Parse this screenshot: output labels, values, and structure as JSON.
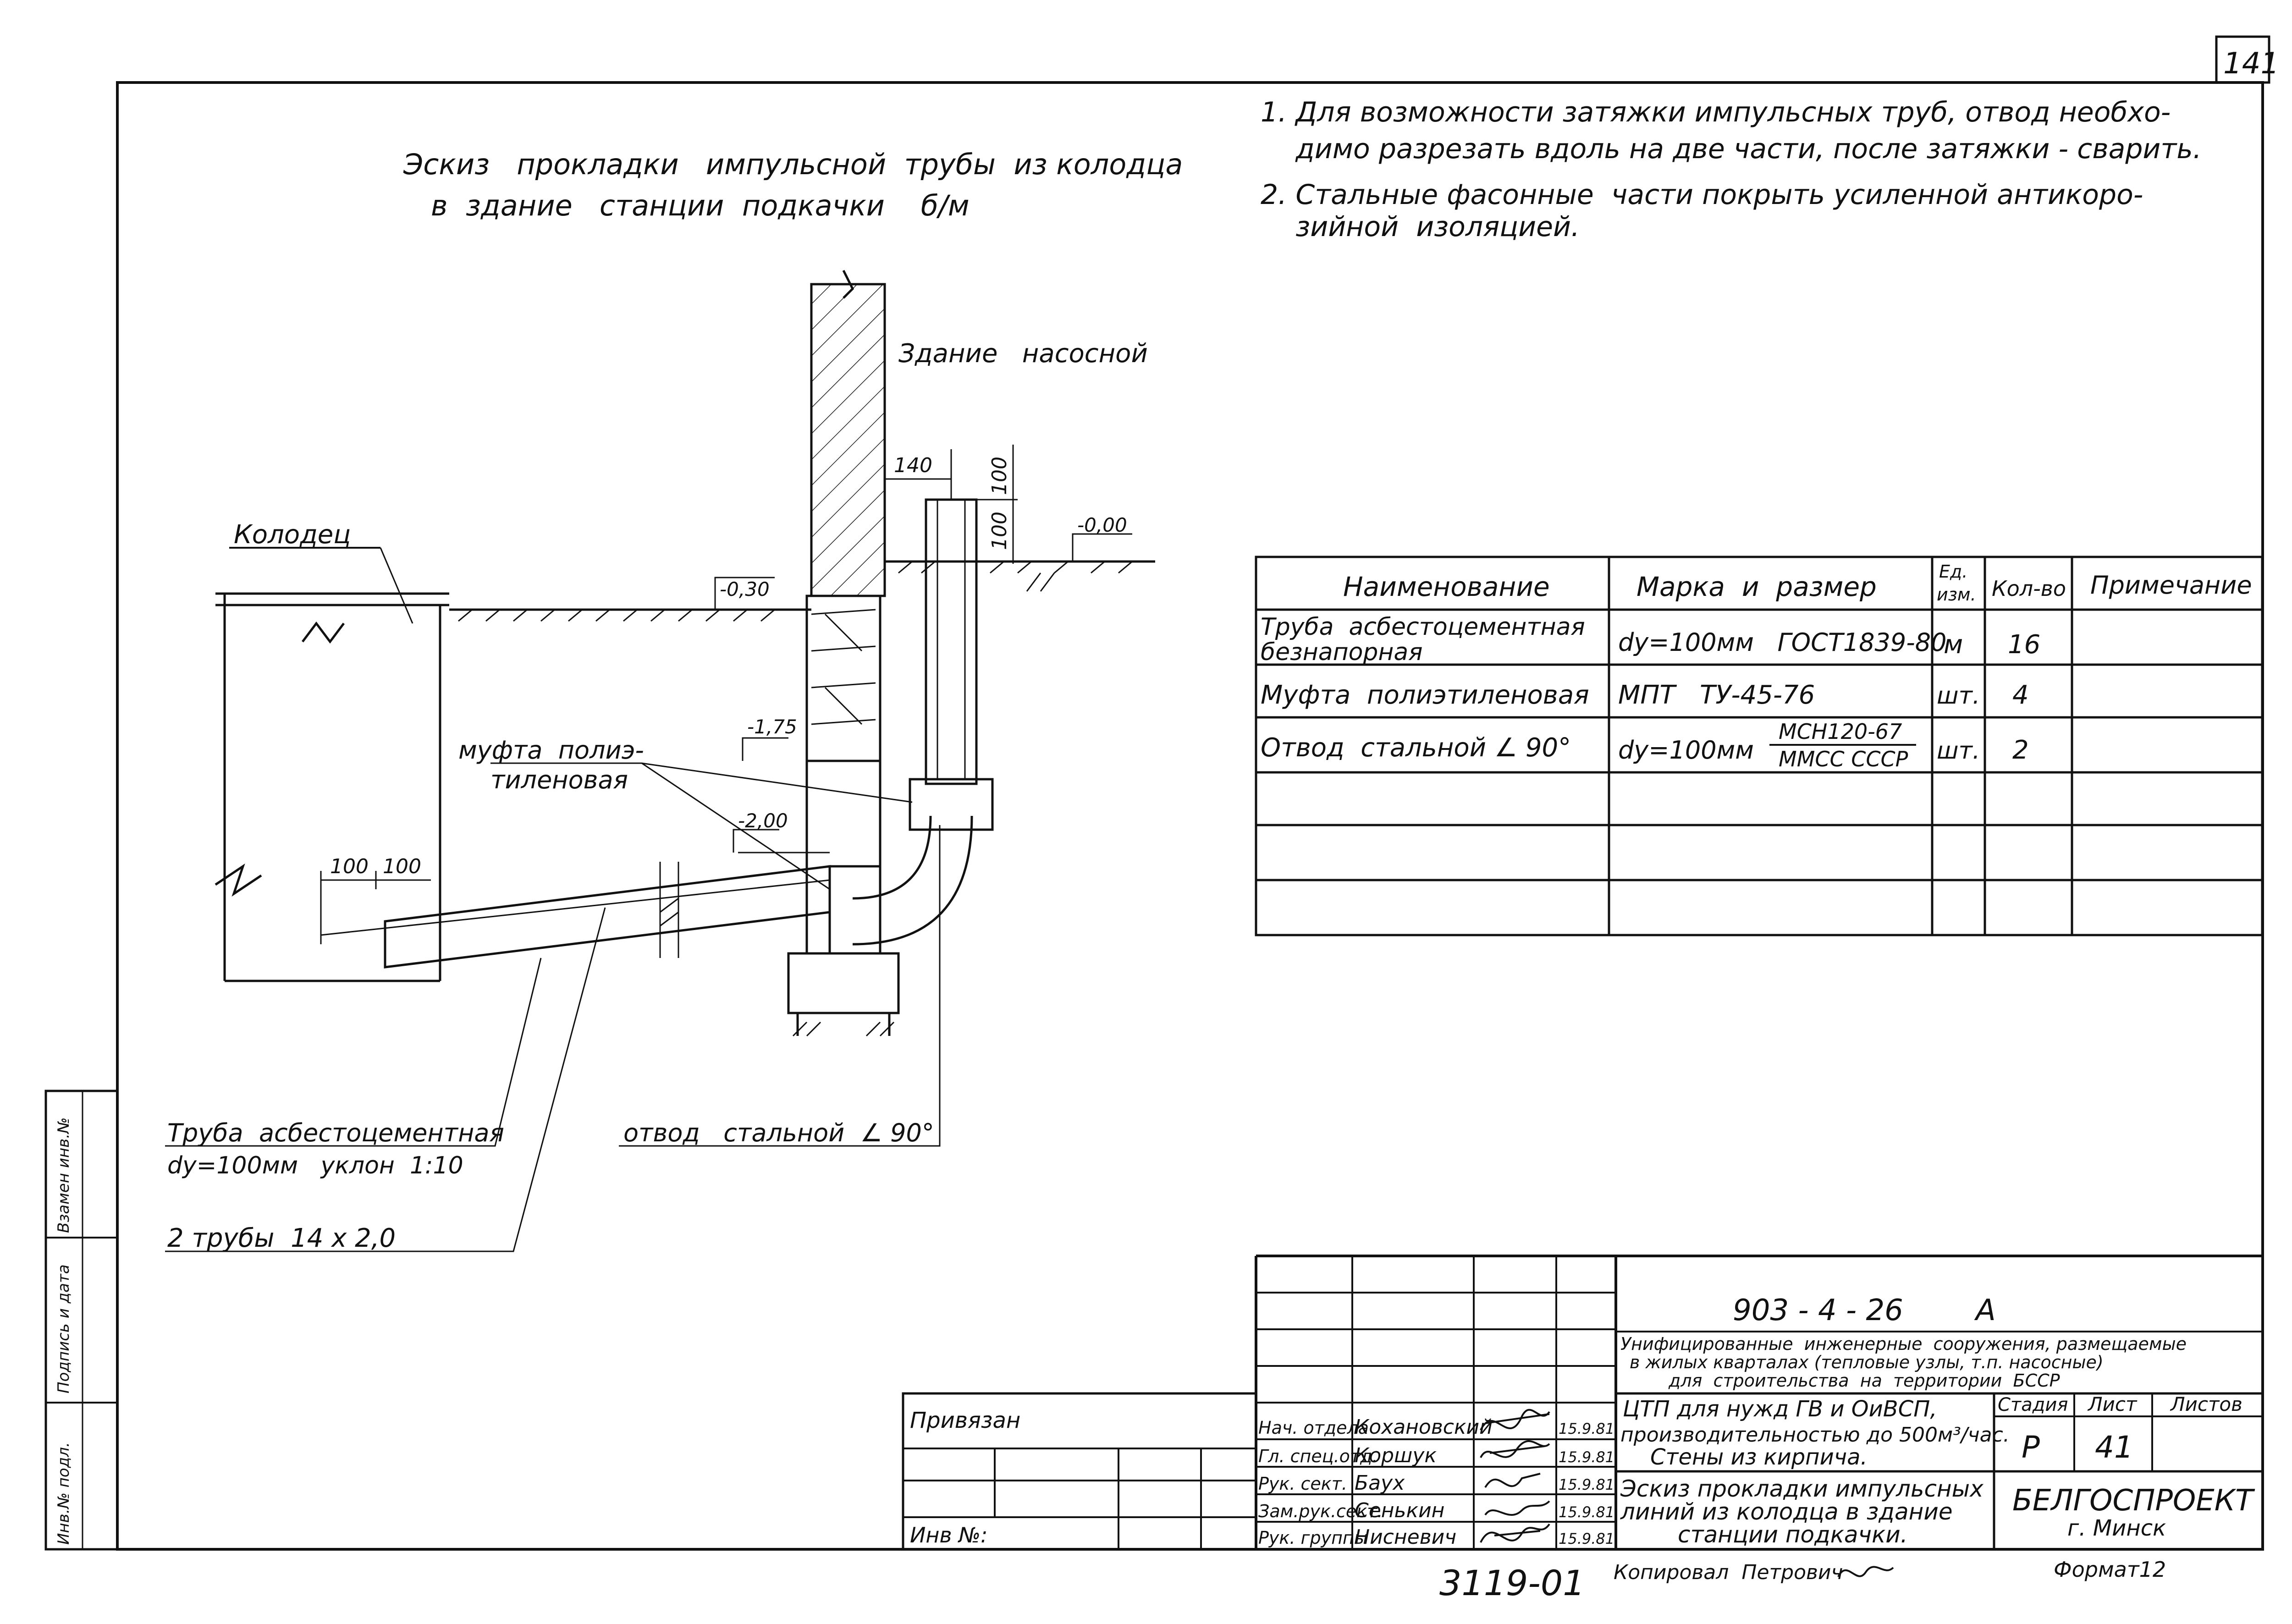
{
  "sheet_number_mark": "141",
  "sketch_title": {
    "line1": "Эскиз   прокладки   импульсной  трубы  из колодца",
    "line2": "в  здание   станции  подкачки    б/м"
  },
  "notes": [
    "1. Для возможности затяжки импульсных труб, отвод необхо-",
    "    димо разрезать вдоль на две части, после затяжки - сварить.",
    "2. Стальные фасонные  части покрыть усиленной антикоро-",
    "    зийной  изоляцией."
  ],
  "drawing": {
    "building_label": "Здание   насосной",
    "well_label": "Колодец",
    "coupling_label_1": "муфта  полиэ-",
    "coupling_label_2": "тиленовая",
    "pipe_label": "Труба  асбестоцементная",
    "pipe_spec": "dy=100мм   уклон  1:10",
    "tubes_label": "2 трубы  14 х 2,0",
    "bend_label": "отвод   стальной  ∠ 90°",
    "dims": {
      "d140": "140",
      "d100a": "100",
      "d100b": "100",
      "d100c": "100",
      "d100d": "100",
      "elev_000": "-0,00",
      "elev_030": "-0,30",
      "elev_175": "-1,75",
      "elev_200": "-2,00"
    }
  },
  "spec_table": {
    "headers": {
      "name": "Наименование",
      "mark": "Марка  и  размер",
      "unit_1": "Ед.",
      "unit_2": "изм.",
      "qty": "Кол-во",
      "note": "Примечание"
    },
    "rows": [
      {
        "name_1": "Труба  асбестоцементная",
        "name_2": "безнапорная",
        "mark": "dy=100мм   ГОСТ1839-80",
        "unit": "м",
        "qty": "16"
      },
      {
        "name_1": "Муфта  полиэтиленовая",
        "name_2": "",
        "mark": "МПТ   ТУ-45-76",
        "unit": "шт.",
        "qty": "4"
      },
      {
        "name_1": "Отвод  стальной ∠ 90°",
        "name_2": "",
        "mark": "dy=100мм",
        "mark_top": "МСН120-67",
        "mark_bottom": "ММСС СССР",
        "unit": "шт.",
        "qty": "2"
      }
    ]
  },
  "title_block": {
    "code": "903 - 4 - 26",
    "code_suffix": "А",
    "series_1": "Унифицированные  инженерные  сооружения, размещаемые",
    "series_2": "в жилых кварталах (тепловые узлы, т.п. насосные)",
    "series_3": "для  строительства  на  территории  БССР",
    "project_1": "ЦТП для нужд ГВ и ОиВСП,",
    "project_2": "производительностью до 500м³/час.",
    "project_3": "Стены из кирпича.",
    "sheet_title_1": "Эскиз прокладки импульсных",
    "sheet_title_2": "линий из колодца в здание",
    "sheet_title_3": "станции подкачки.",
    "stage_hdr": "Стадия",
    "sheet_hdr": "Лист",
    "sheets_hdr": "Листов",
    "stage": "Р",
    "sheet": "41",
    "org": "БЕЛГОСПРОЕКТ",
    "city": "г. Минск",
    "privyazan": "Привязан",
    "inv_no": "Инв №:",
    "signers": [
      {
        "role": "Нач. отдела",
        "name": "Кохановский",
        "date": "15.9.81"
      },
      {
        "role": "Гл. спец.отд.",
        "name": "Коршук",
        "date": "15.9.81"
      },
      {
        "role": "Рук. сект.",
        "name": "Баух",
        "date": "15.9.81"
      },
      {
        "role": "Зам.рук.сект.",
        "name": "Сенькин",
        "date": "15.9.81"
      },
      {
        "role": "Рук. группы",
        "name": "Нисневич",
        "date": "15.9.81"
      }
    ],
    "copied": "Копировал  Петрович",
    "format": "Формат12",
    "archive_no": "3119-01"
  },
  "left_strip": {
    "label_1": "Инв.№ подл.",
    "label_2": "Подпись и дата",
    "label_3": "Взамен инв.№"
  }
}
